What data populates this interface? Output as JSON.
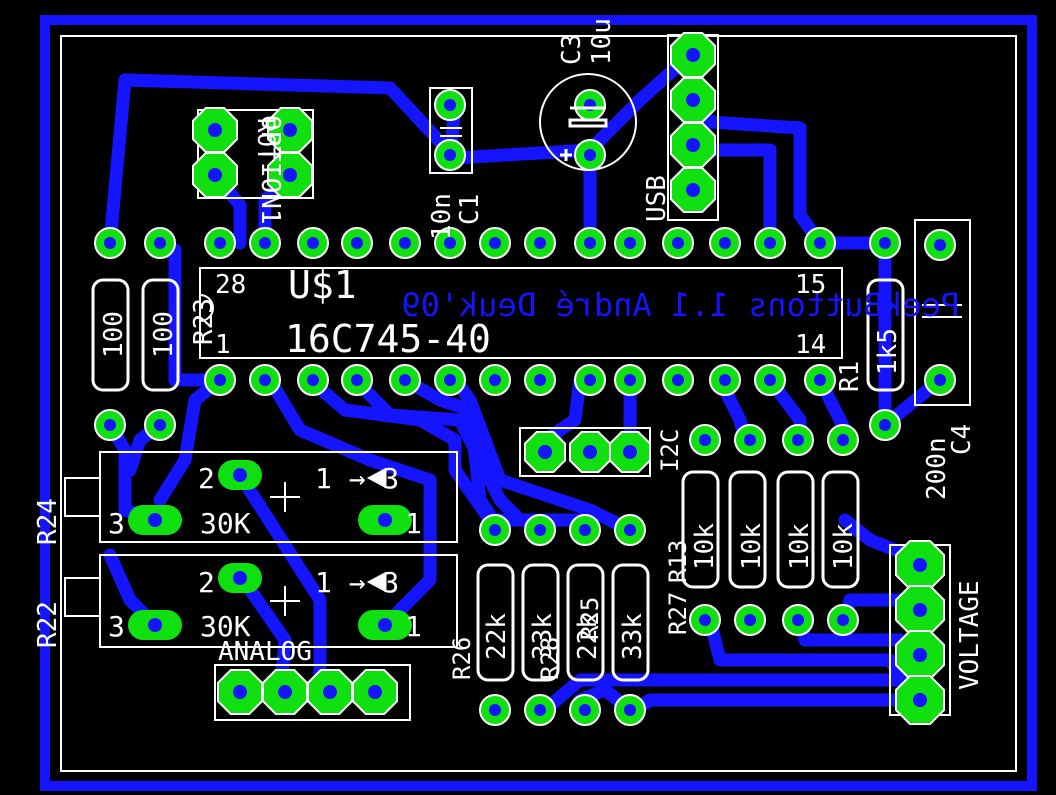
{
  "colors": {
    "background": "#000000",
    "trace": "#1414ff",
    "pad": "#10e010",
    "drill": "#1414ff",
    "silk": "#ffffff"
  },
  "labels": {
    "option": "OPTION1",
    "option_rot": "ROT",
    "c3": "C3",
    "c3_val": "10u",
    "c1_val": "10n",
    "c1": "C1",
    "usb": "USB",
    "ic_name": "U$1",
    "ic_part": "16C745-40",
    "pin28": "28",
    "pin1": "1",
    "pin15": "15",
    "pin14": "14",
    "copper_text": "PeekButtons 1.1 André Deuk'09",
    "r23": "R23",
    "r23_val": "100",
    "r_left_val": "100",
    "r1": "R1",
    "r1_val": "1k5",
    "c4": "C4",
    "c4_val": "200n",
    "i2c": "I2C",
    "r24": "R24",
    "r22": "R22",
    "pot_pin2": "2",
    "pot_pin1_3": "1 → 3",
    "pot_pin3": "3",
    "pot_pin1": "1",
    "pot_val": "30K",
    "analog": "ANALOG",
    "r26": "R26",
    "r26_val": "22k",
    "r28": "R28",
    "r28_val": "33k",
    "r25": "R25",
    "r25_val": "22k",
    "r27_val": "33k",
    "r27": "R27",
    "r13": "R13",
    "r_10k": "10k",
    "voltage": "VOLTAGE"
  }
}
